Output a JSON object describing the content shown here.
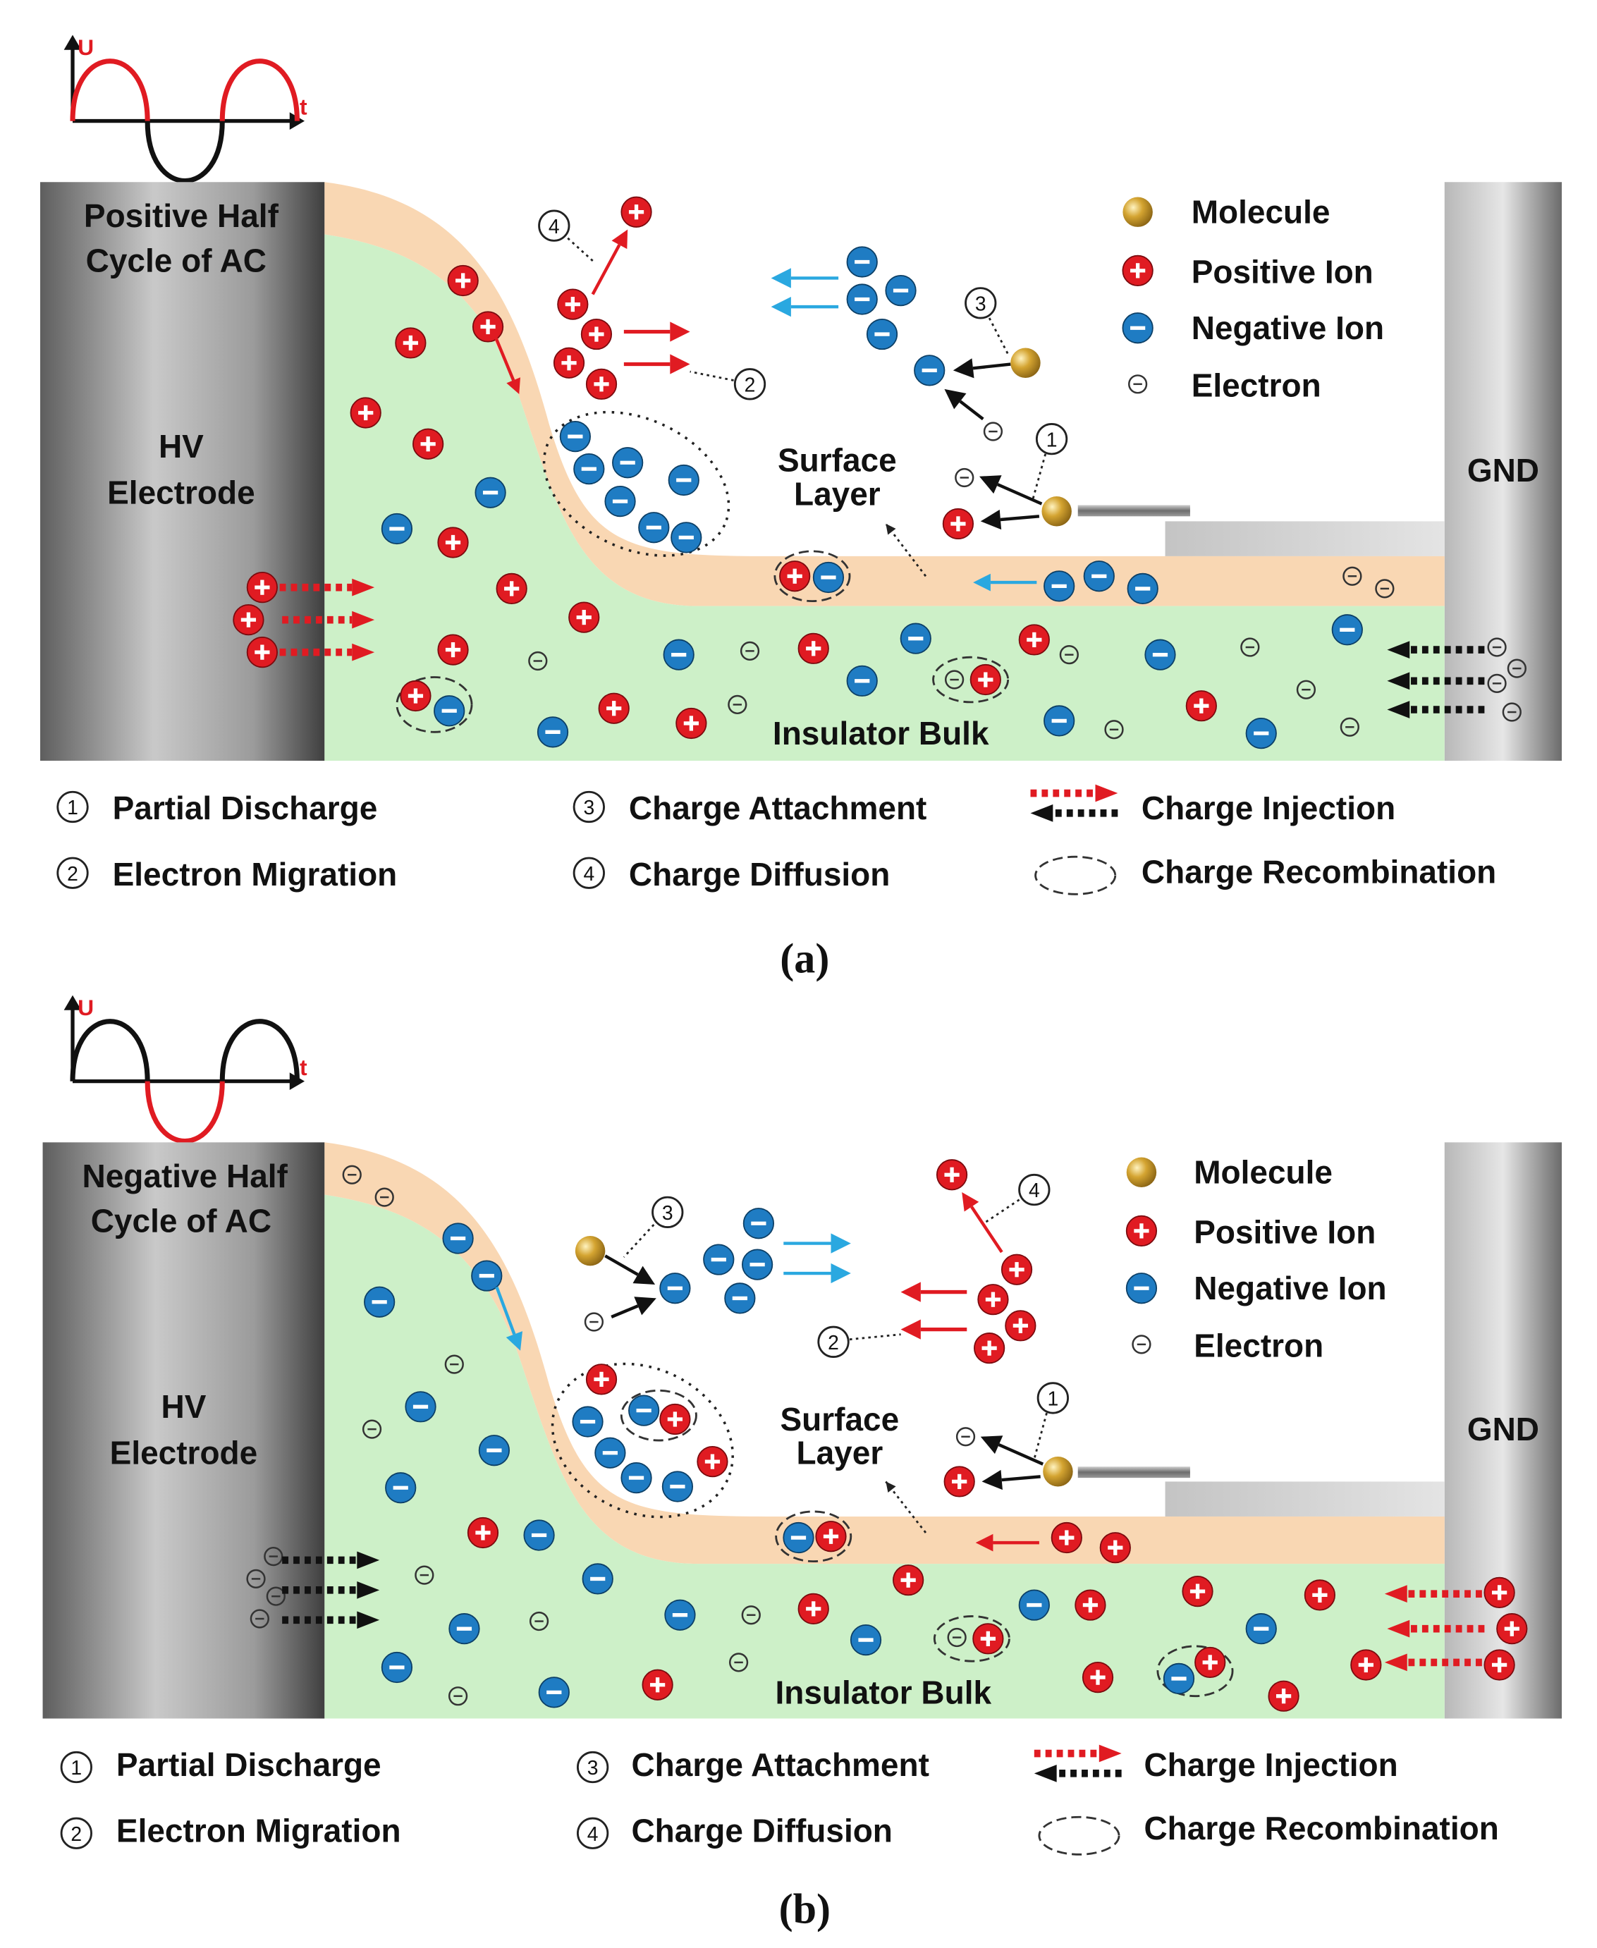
{
  "panels": [
    {
      "id": "a",
      "caption": "(a)",
      "half_cycle": "positive",
      "axis_u": "U",
      "axis_t": "t",
      "electrode_title": [
        "Positive Half",
        "Cycle of AC"
      ],
      "hv_label": [
        "HV",
        "Electrode"
      ],
      "gnd_label": "GND",
      "surface_label": [
        "Surface",
        "Layer"
      ],
      "bulk_label": "Insulator Bulk",
      "legend_particles": [
        "Molecule",
        "Positive Ion",
        "Negative Ion",
        "Electron"
      ],
      "legend_process": [
        "Partial Discharge",
        "Electron Migration",
        "Charge Attachment",
        "Charge Diffusion"
      ],
      "legend_arrows": [
        "Charge Injection",
        "Charge Recombination"
      ],
      "callouts": [
        "①",
        "②",
        "③",
        "④"
      ]
    },
    {
      "id": "b",
      "caption": "(b)",
      "half_cycle": "negative",
      "axis_u": "U",
      "axis_t": "t",
      "electrode_title": [
        "Negative Half",
        "Cycle of AC"
      ],
      "hv_label": [
        "HV",
        "Electrode"
      ],
      "gnd_label": "GND",
      "surface_label": [
        "Surface",
        "Layer"
      ],
      "bulk_label": "Insulator Bulk",
      "legend_particles": [
        "Molecule",
        "Positive Ion",
        "Negative Ion",
        "Electron"
      ],
      "legend_process": [
        "Partial Discharge",
        "Electron Migration",
        "Charge Attachment",
        "Charge Diffusion"
      ],
      "legend_arrows": [
        "Charge Injection",
        "Charge Recombination"
      ],
      "callouts": [
        "①",
        "②",
        "③",
        "④"
      ]
    }
  ],
  "colors": {
    "positive_ion": "#e01b22",
    "negative_ion": "#1f7cc3",
    "molecule": "#c89a2a",
    "surface_layer": "#f9d7b3",
    "insulator_bulk": "#cdf0c8",
    "electrode": "#8a8a8a",
    "arrow_blue": "#2aa8e0",
    "arrow_red": "#e01b22",
    "arrow_black": "#111111"
  }
}
